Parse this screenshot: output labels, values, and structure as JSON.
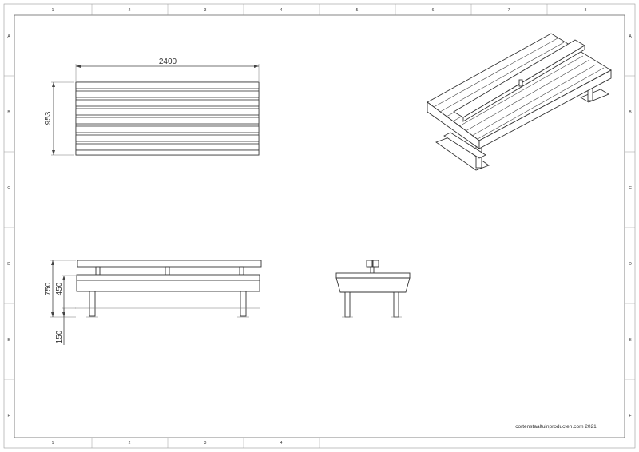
{
  "sheet": {
    "columns": [
      "1",
      "2",
      "3",
      "4",
      "5",
      "6",
      "7",
      "8"
    ],
    "bottom_columns": [
      "1",
      "2",
      "3",
      "4"
    ],
    "rows": [
      "A",
      "B",
      "C",
      "D",
      "E",
      "F"
    ]
  },
  "top_view": {
    "width_label": "2400",
    "depth_label": "953"
  },
  "front_view": {
    "total_height_label": "750",
    "seat_height_label": "450",
    "foot_label": "150"
  },
  "footer": {
    "credit": "cortenstaaltuinproducten.com 2021"
  }
}
